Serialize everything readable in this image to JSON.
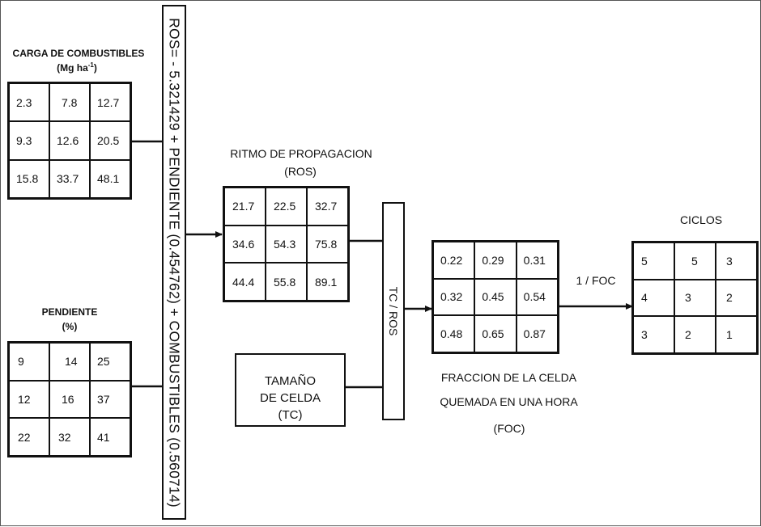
{
  "fuel": {
    "title": "CARGA DE COMBUSTIBLES",
    "unit_prefix": "(Mg ha",
    "unit_exp": "-1",
    "unit_suffix": ")",
    "values": [
      [
        "2.3",
        "7.8",
        "12.7"
      ],
      [
        "9.3",
        "12.6",
        "20.5"
      ],
      [
        "15.8",
        "33.7",
        "48.1"
      ]
    ]
  },
  "slope": {
    "title": "PENDIENTE",
    "unit": "(%)",
    "values": [
      [
        "9",
        "14",
        "25"
      ],
      [
        "12",
        "16",
        "37"
      ],
      [
        "22",
        "32",
        "41"
      ]
    ]
  },
  "equation": "ROS= - 5.321429 + PENDIENTE (0.454762) + COMBUSTIBLES (0.560714)",
  "ros": {
    "title": "RITMO DE PROPAGACION",
    "abbr": "(ROS)",
    "values": [
      [
        "21.7",
        "22.5",
        "32.7"
      ],
      [
        "34.6",
        "54.3",
        "75.8"
      ],
      [
        "44.4",
        "55.8",
        "89.1"
      ]
    ]
  },
  "cell_size": {
    "line1": "TAMAÑO",
    "line2": "DE CELDA",
    "line3": "(TC)"
  },
  "tc_ros": "TC / ROS",
  "foc": {
    "values": [
      [
        "0.22",
        "0.29",
        "0.31"
      ],
      [
        "0.32",
        "0.45",
        "0.54"
      ],
      [
        "0.48",
        "0.65",
        "0.87"
      ]
    ],
    "line1": "FRACCION DE LA CELDA",
    "line2": "QUEMADA EN UNA HORA",
    "abbr": "(FOC)"
  },
  "inverse_label": "1 / FOC",
  "cycles": {
    "title": "CICLOS",
    "values": [
      [
        "5",
        "5",
        "3"
      ],
      [
        "4",
        "3",
        "2"
      ],
      [
        "3",
        "2",
        "1"
      ]
    ]
  }
}
